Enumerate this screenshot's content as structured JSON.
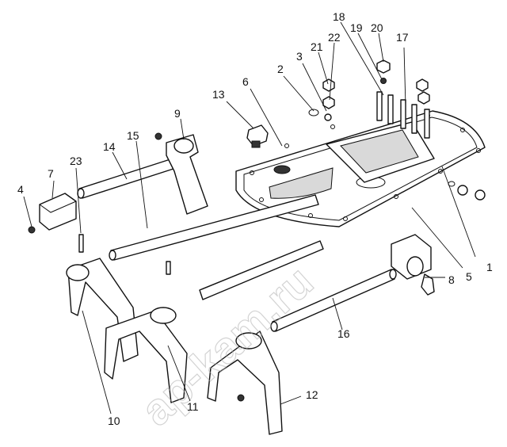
{
  "watermark": "ap-kam.ru",
  "callouts": {
    "c1": "1",
    "c2": "2",
    "c3": "3",
    "c4": "4",
    "c5": "5",
    "c6": "6",
    "c7": "7",
    "c8": "8",
    "c9": "9",
    "c10": "10",
    "c11": "11",
    "c12": "12",
    "c13": "13",
    "c14": "14",
    "c15": "15",
    "c16": "16",
    "c17": "17",
    "c18": "18",
    "c19": "19",
    "c20": "20",
    "c21": "21",
    "c22": "22",
    "c23": "23"
  }
}
